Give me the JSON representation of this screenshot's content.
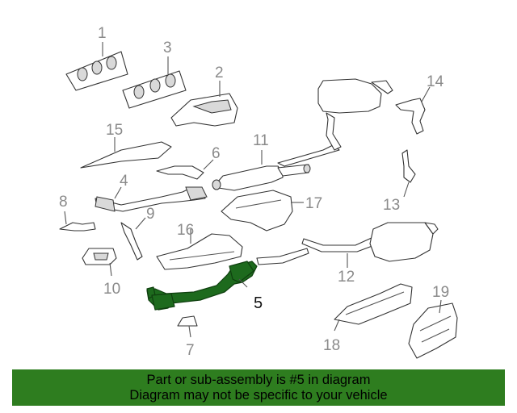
{
  "callouts": {
    "c1": "1",
    "c2": "2",
    "c3": "3",
    "c4": "4",
    "c5": "5",
    "c6": "6",
    "c7": "7",
    "c8": "8",
    "c9": "9",
    "c10": "10",
    "c11": "11",
    "c12": "12",
    "c13": "13",
    "c14": "14",
    "c15": "15",
    "c16": "16",
    "c17": "17",
    "c18": "18",
    "c19": "19"
  },
  "highlighted_part": "5",
  "colors": {
    "highlight": "#1d6a1d",
    "banner": "#2e7d1f",
    "callout": "#8a8a8a"
  },
  "banner": {
    "line1": "Part or sub-assembly is #5 in diagram",
    "line2": "Diagram may not be specific to your vehicle"
  }
}
